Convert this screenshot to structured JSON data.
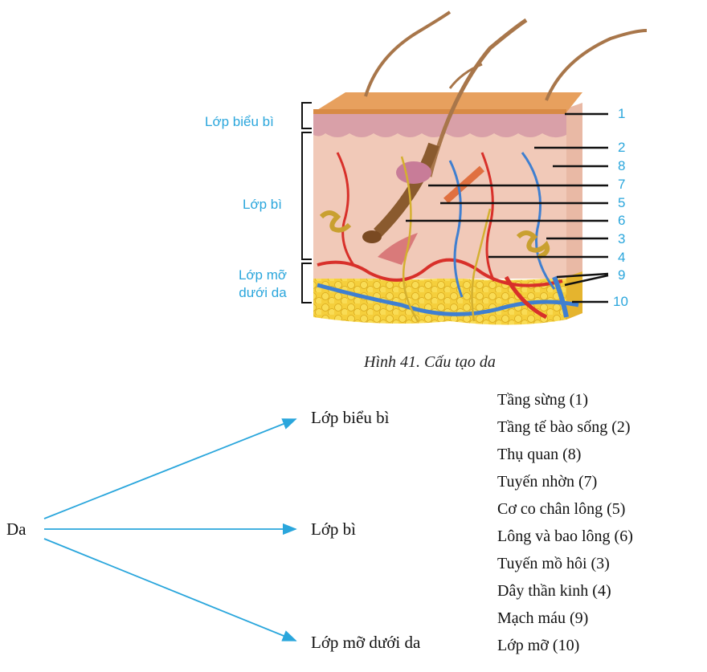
{
  "figure": {
    "layer_labels": {
      "epidermis": "Lớp biểu bì",
      "dermis": "Lớp bì",
      "hypodermis_line1": "Lớp mỡ",
      "hypodermis_line2": "dưới da"
    },
    "numbers": [
      "1",
      "2",
      "8",
      "7",
      "5",
      "6",
      "3",
      "4",
      "9",
      "10"
    ],
    "caption": "Hình 41. Cấu tạo da"
  },
  "tree": {
    "root": "Da",
    "branches": [
      "Lớp biểu bì",
      "Lớp bì",
      "Lớp mỡ dưới da"
    ],
    "parts": [
      "Tầng sừng (1)",
      "Tầng tế bào sống (2)",
      "Thụ quan (8)",
      "Tuyến nhờn (7)",
      "Cơ co chân lông (5)",
      "Lông và bao lông (6)",
      "Tuyến mồ hôi (3)",
      "Dây thần kinh (4)",
      "Mạch máu (9)",
      "Lớp mỡ (10)"
    ]
  },
  "colors": {
    "label_blue": "#2aa6dc",
    "arrow_blue": "#2aa6dc",
    "epidermis_top": "#e39a55",
    "dermis": "#f0c4b4",
    "fat": "#f2c93a"
  }
}
